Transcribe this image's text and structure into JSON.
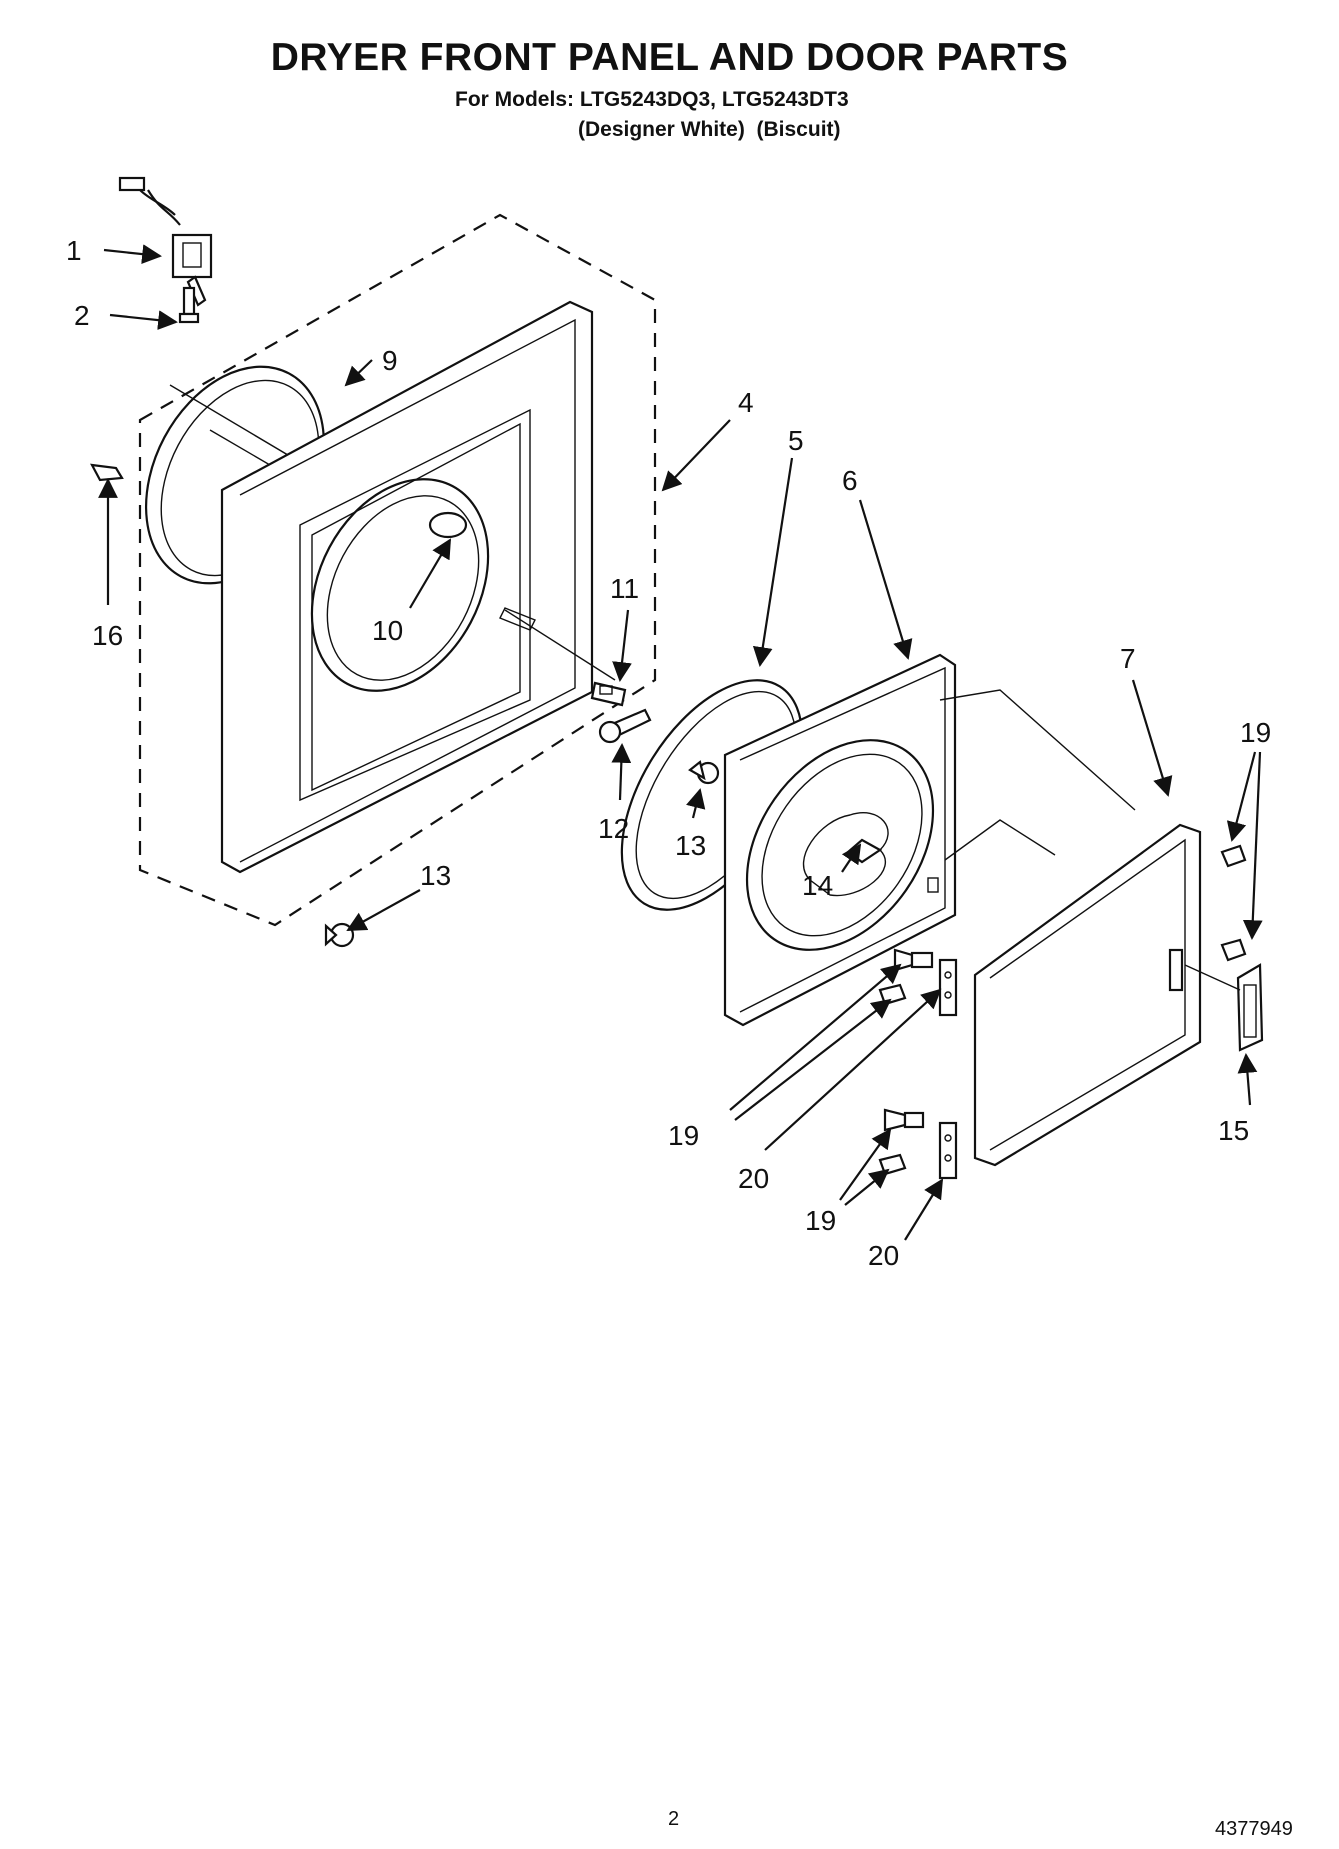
{
  "header": {
    "title": "DRYER FRONT PANEL AND DOOR PARTS",
    "models_line": "For Models: LTG5243DQ3, LTG5243DT3",
    "variants_line": "(Designer White)  (Biscuit)"
  },
  "callouts": [
    {
      "id": "c1",
      "label": "1"
    },
    {
      "id": "c2",
      "label": "2"
    },
    {
      "id": "c9",
      "label": "9"
    },
    {
      "id": "c4",
      "label": "4"
    },
    {
      "id": "c5",
      "label": "5"
    },
    {
      "id": "c6",
      "label": "6"
    },
    {
      "id": "c16",
      "label": "16"
    },
    {
      "id": "c10",
      "label": "10"
    },
    {
      "id": "c11",
      "label": "11"
    },
    {
      "id": "c7",
      "label": "7"
    },
    {
      "id": "c19a",
      "label": "19"
    },
    {
      "id": "c12",
      "label": "12"
    },
    {
      "id": "c13a",
      "label": "13"
    },
    {
      "id": "c13b",
      "label": "13"
    },
    {
      "id": "c14",
      "label": "14"
    },
    {
      "id": "c19b",
      "label": "19"
    },
    {
      "id": "c15",
      "label": "15"
    },
    {
      "id": "c20a",
      "label": "20"
    },
    {
      "id": "c19c",
      "label": "19"
    },
    {
      "id": "c20b",
      "label": "20"
    }
  ],
  "footer": {
    "page_number": "2",
    "document_number": "4377949"
  }
}
